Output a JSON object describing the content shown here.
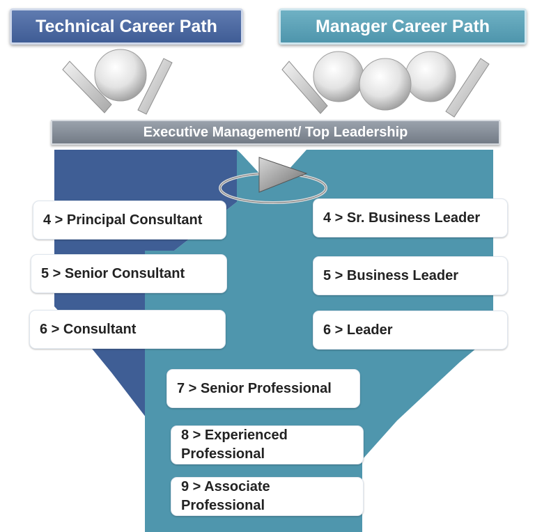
{
  "headers": {
    "technical": "Technical Career Path",
    "manager": "Manager Career Path"
  },
  "executive_bar": "Executive Management/ Top Leadership",
  "technical_levels": [
    "4 > Principal Consultant",
    "5 > Senior Consultant",
    "6 > Consultant"
  ],
  "manager_levels": [
    "4 > Sr. Business Leader",
    "5 > Business Leader",
    "6 > Leader"
  ],
  "shared_levels": [
    "7 > Senior Professional",
    "8 > Experienced Professional",
    "9 > Associate Professional"
  ],
  "colors": {
    "technical_dark": "#3f5e95",
    "manager_teal": "#4f96ad",
    "executive_gray": "#858c96"
  },
  "icons": [
    "person-group-technical-icon",
    "person-group-manager-icon",
    "rotation-arrow-icon"
  ]
}
